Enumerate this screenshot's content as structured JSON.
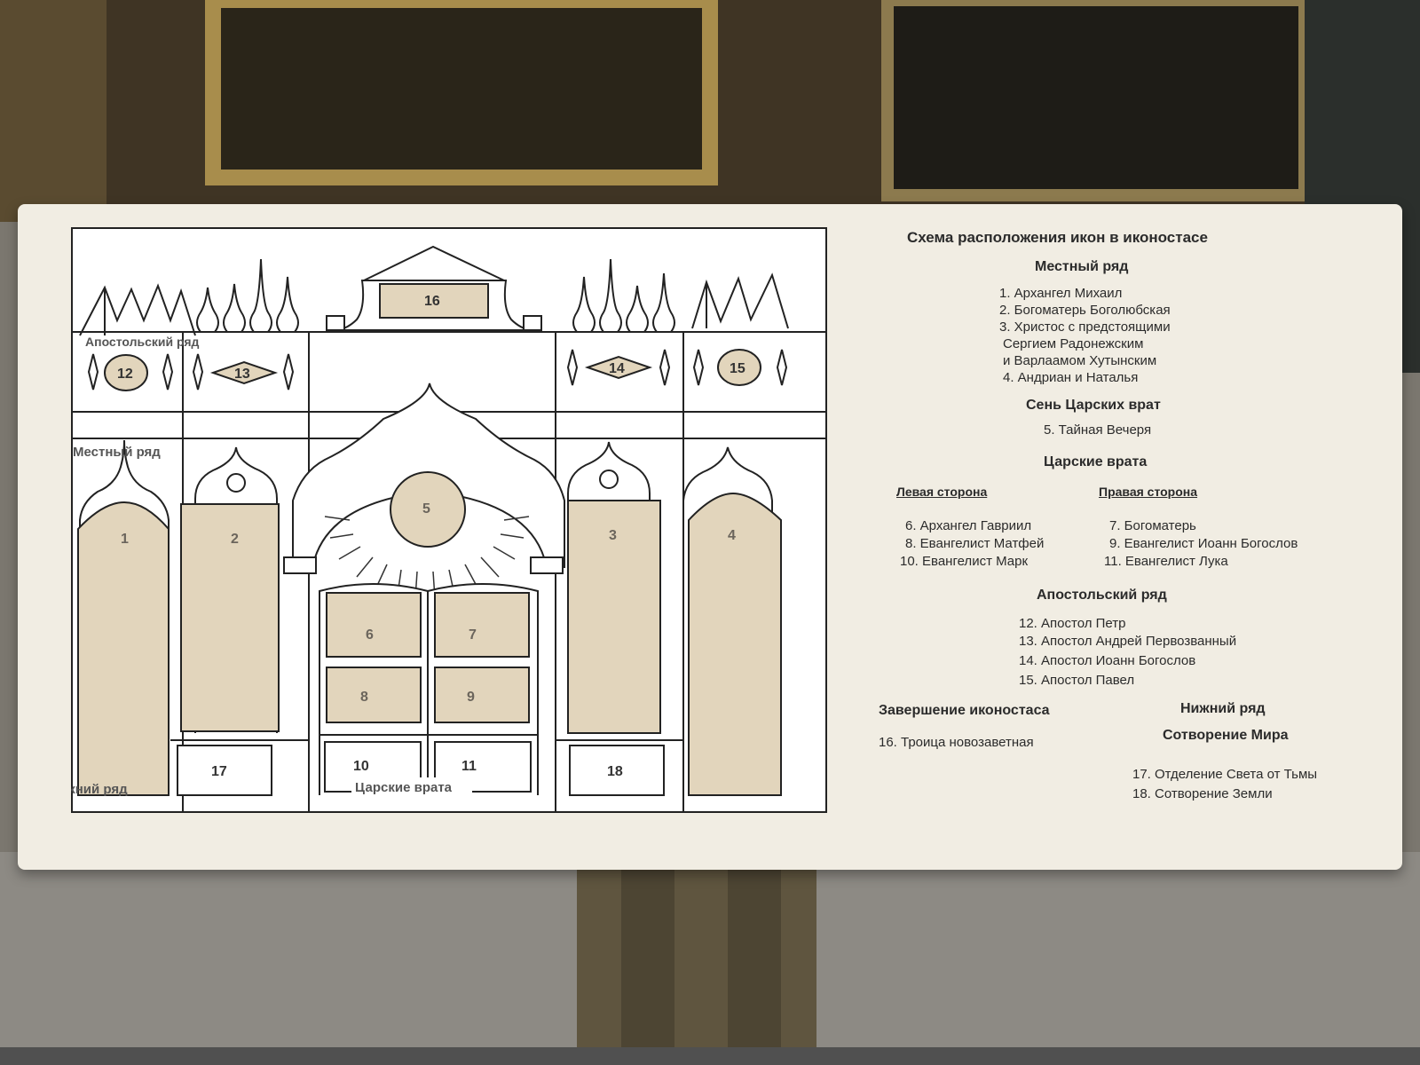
{
  "colors": {
    "panel": "#bdb6a6",
    "tan": "#e2d5bc",
    "line": "#222222",
    "board": "#f1ede3",
    "frame_bg": "#ffffff"
  },
  "diagram": {
    "row_labels": {
      "apostolic": "Апостольский ряд",
      "local": "Местный ряд",
      "lower": "Нижний ряд",
      "royal_doors": "Царские врата"
    },
    "markers": [
      "1",
      "2",
      "3",
      "4",
      "5",
      "6",
      "7",
      "8",
      "9",
      "10",
      "11",
      "12",
      "13",
      "14",
      "15",
      "16",
      "17",
      "18"
    ]
  },
  "legend": {
    "title": "Схема расположения икон в иконостасе",
    "local_row": {
      "heading": "Местный ряд",
      "lines": [
        "1. Архангел Михаил",
        "2. Богоматерь Боголюбская",
        "3. Христос с предстоящими",
        "Сергием Радонежским",
        "и Варлаамом Хутынским",
        "4. Андриан и Наталья"
      ]
    },
    "canopy": {
      "heading": "Сень Царских врат",
      "lines": [
        "5. Тайная Вечеря"
      ]
    },
    "royal_doors": {
      "heading": "Царские врата",
      "left_heading": "Левая сторона",
      "right_heading": "Правая сторона",
      "left": [
        "6. Архангел Гавриил",
        "8. Евангелист Матфей",
        "10. Евангелист Марк"
      ],
      "right": [
        "7. Богоматерь",
        "9. Евангелист Иоанн Богослов",
        "11. Евангелист Лука"
      ]
    },
    "apostolic_row": {
      "heading": "Апостольский ряд",
      "lines": [
        "12. Апостол Петр",
        "13. Апостол Андрей Первозванный",
        "14. Апостол Иоанн Богослов",
        "15. Апостол Павел"
      ]
    },
    "completion": {
      "heading": "Завершение иконостаса",
      "lines": [
        "16. Троица новозаветная"
      ]
    },
    "lower_row": {
      "heading": "Нижний ряд",
      "subheading": "Сотворение Мира",
      "lines": [
        "17. Отделение Света от Тьмы",
        "18. Сотворение Земли"
      ]
    }
  }
}
